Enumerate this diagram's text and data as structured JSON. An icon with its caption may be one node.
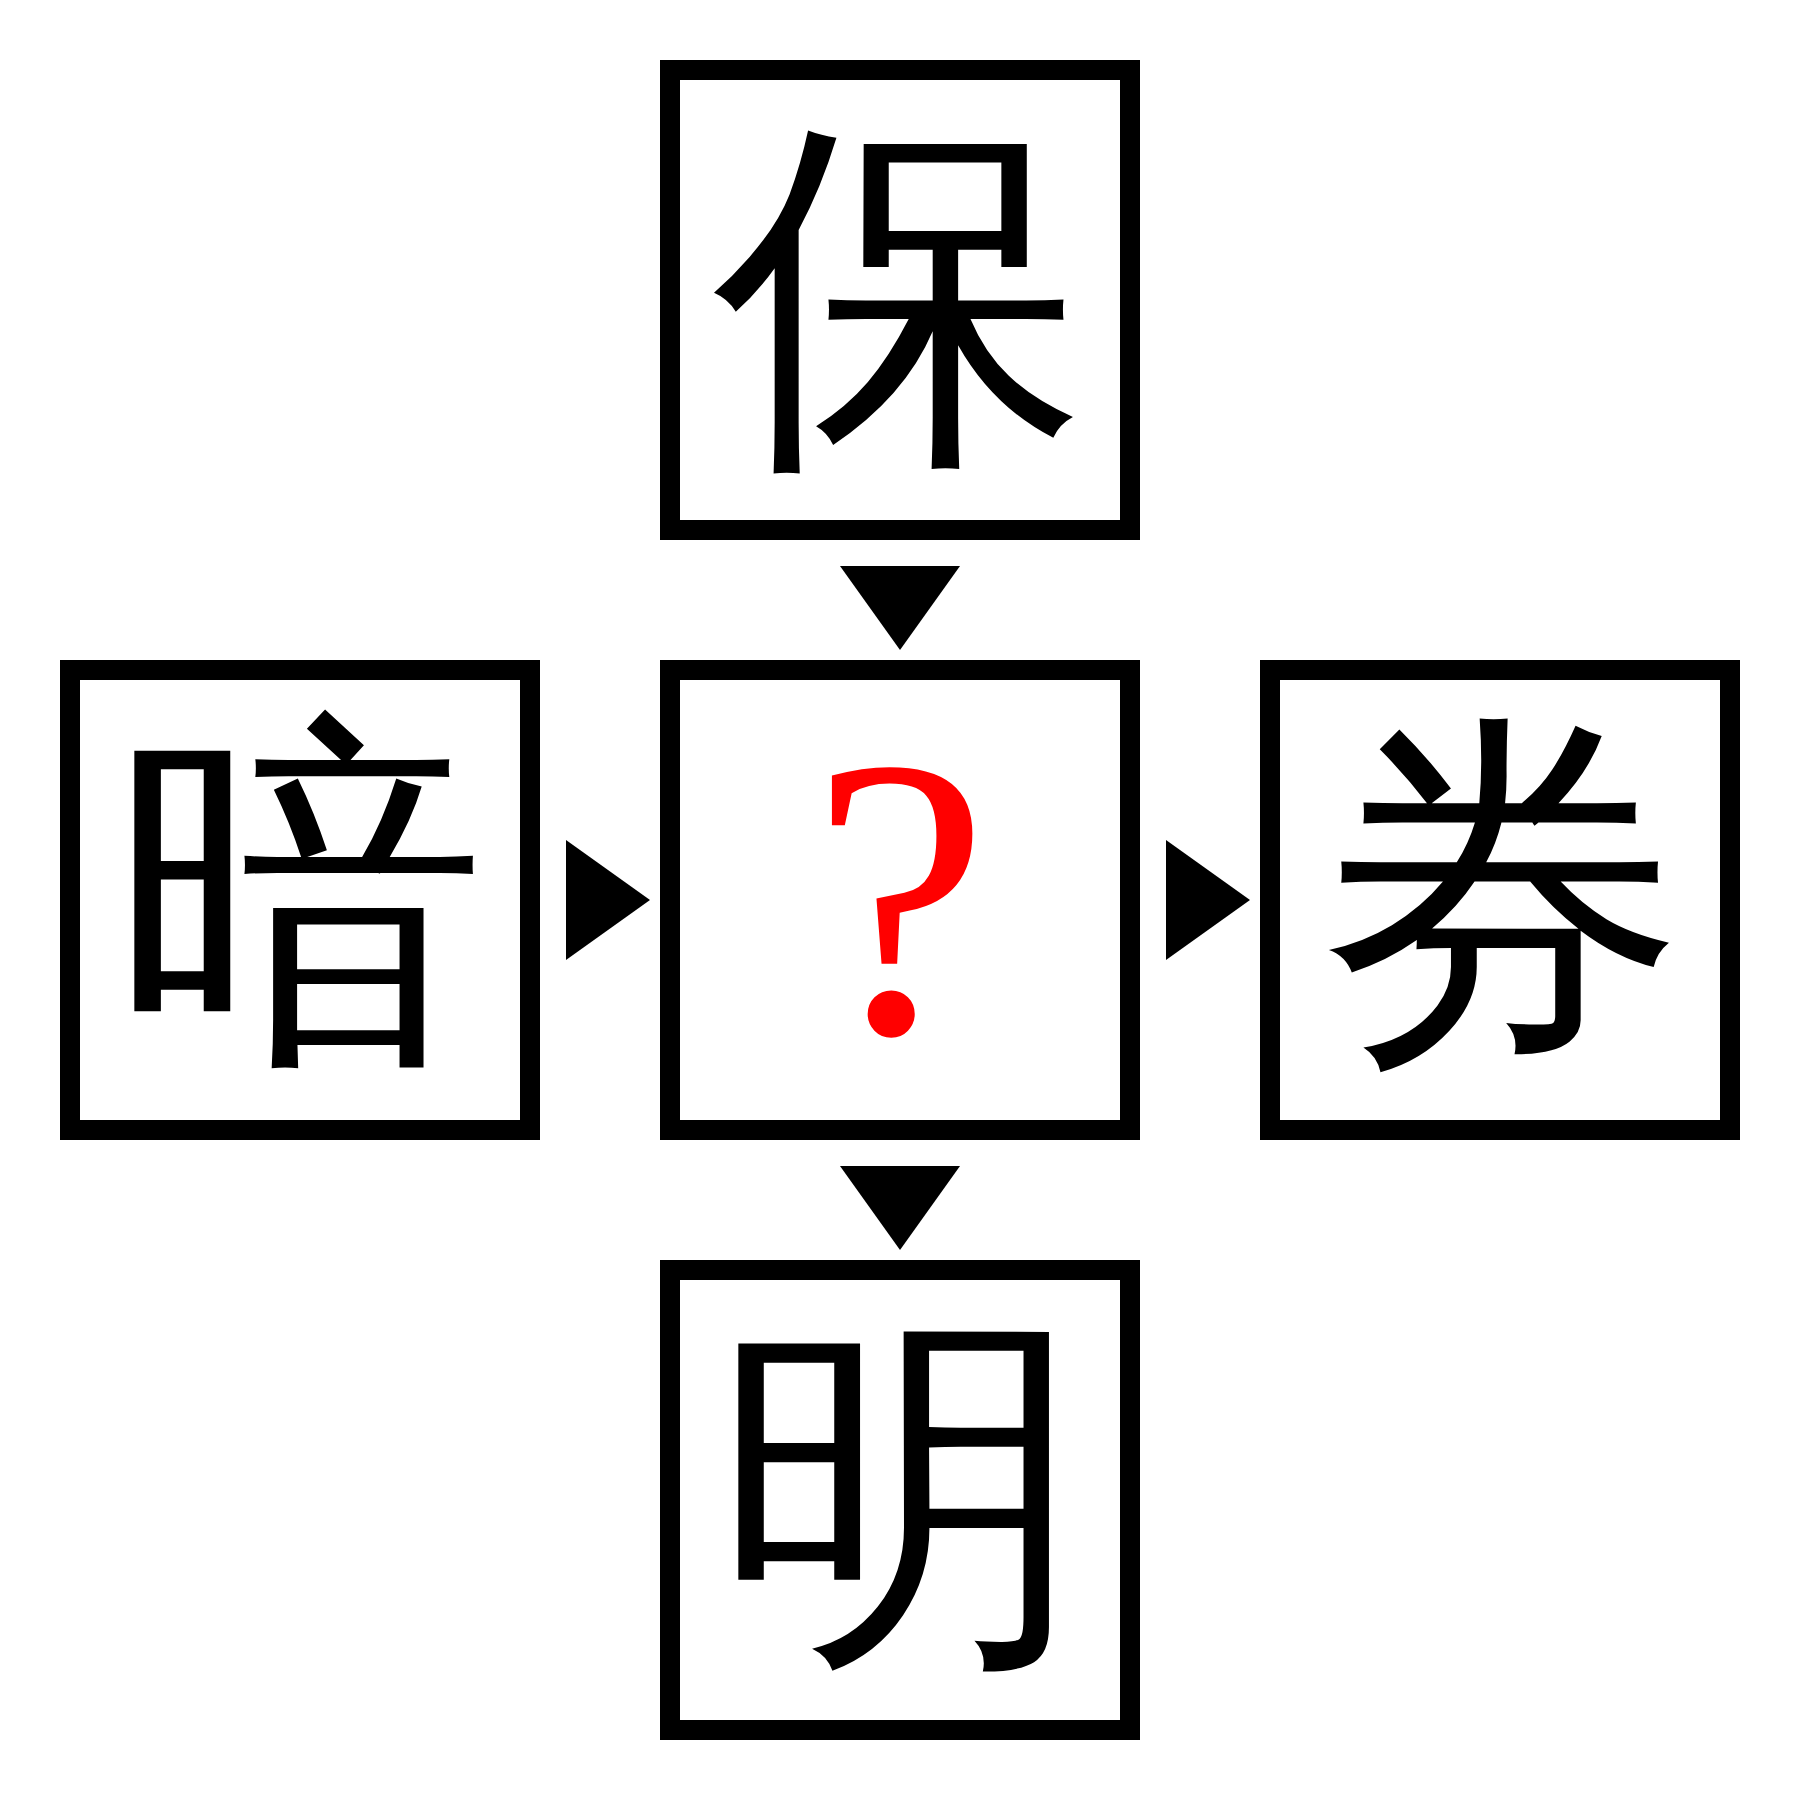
{
  "diagram": {
    "nodes": [
      {
        "text": [
          "保"
        ]
      },
      {
        "text": [
          "暗"
        ]
      },
      {
        "text": [
          "?"
        ]
      },
      {
        "text": [
          "券"
        ]
      },
      {
        "text": [
          "明"
        ]
      }
    ],
    "edges": [
      {
        "from": 0,
        "to": 2,
        "arrow": "to"
      },
      {
        "from": 1,
        "to": 2,
        "arrow": "to"
      },
      {
        "from": 2,
        "to": 3,
        "arrow": "to"
      },
      {
        "from": 2,
        "to": 4,
        "arrow": "to"
      }
    ]
  }
}
